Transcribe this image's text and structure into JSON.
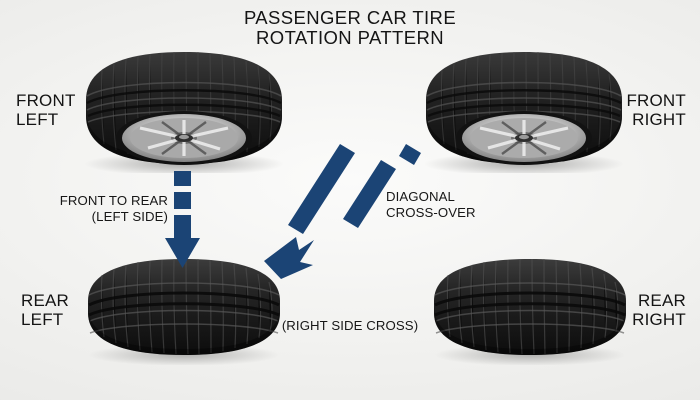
{
  "diagram": {
    "title": "PASSENGER CAR TIRE\nROTATION PATTERN",
    "background_color": "#f2f2f0",
    "arrow_color": "#1b4475",
    "text_color": "#141414",
    "positions": [
      {
        "id": "front-left",
        "label": "FRONT\nLEFT",
        "wheel_visible": true
      },
      {
        "id": "front-right",
        "label": "FRONT\nRIGHT",
        "wheel_visible": true
      },
      {
        "id": "rear-left",
        "label": "REAR\nLEFT",
        "wheel_visible": false
      },
      {
        "id": "rear-right",
        "label": "REAR\nRIGHT",
        "wheel_visible": false
      }
    ],
    "annotations": {
      "front_to_rear": "FRONT TO REAR\n(LEFT SIDE)",
      "diagonal": "DIAGONAL\nCROSS-OVER",
      "right_side_cross": "(RIGHT SIDE CROSS)"
    },
    "arrows": [
      {
        "id": "front-left-to-rear-left",
        "style": "dashed-to-solid",
        "from": "front-left",
        "to": "rear-left"
      },
      {
        "id": "front-right-to-rear-left",
        "style": "dashed-to-solid",
        "from": "front-right",
        "to": "rear-left"
      }
    ]
  }
}
